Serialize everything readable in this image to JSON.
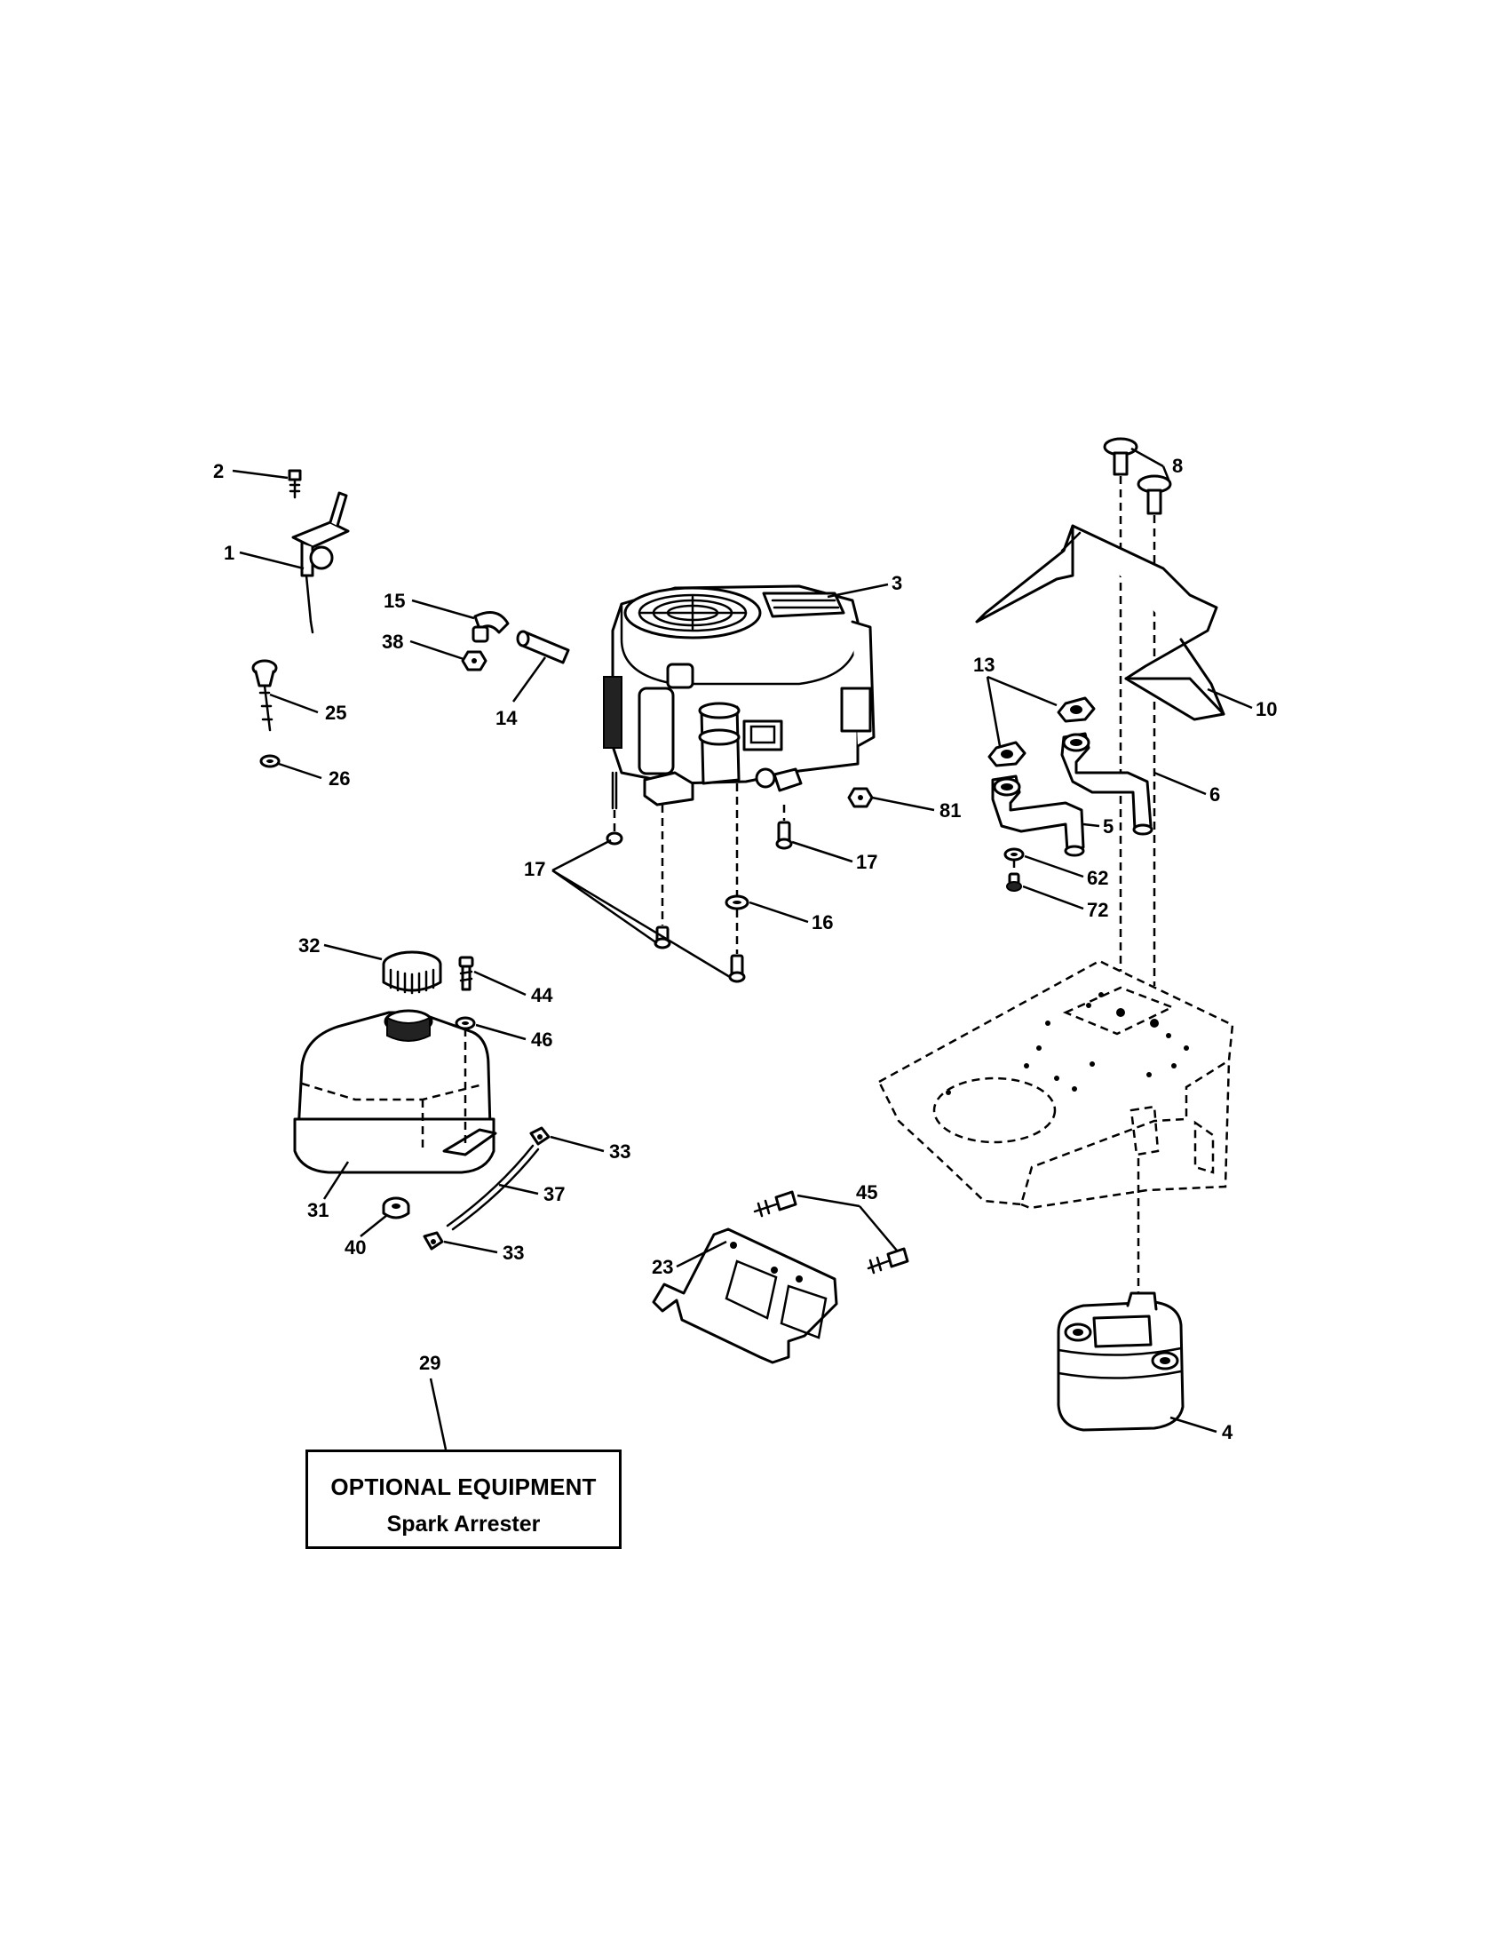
{
  "callouts": {
    "c1": "1",
    "c2": "2",
    "c3": "3",
    "c4": "4",
    "c5": "5",
    "c6": "6",
    "c8": "8",
    "c10": "10",
    "c13": "13",
    "c14": "14",
    "c15": "15",
    "c16": "16",
    "c17a": "17",
    "c17b": "17",
    "c23": "23",
    "c25": "25",
    "c26": "26",
    "c29": "29",
    "c31": "31",
    "c32": "32",
    "c33a": "33",
    "c33b": "33",
    "c37": "37",
    "c38": "38",
    "c40": "40",
    "c44": "44",
    "c45": "45",
    "c46": "46",
    "c62": "62",
    "c72": "72",
    "c81": "81"
  },
  "optional_equipment": {
    "title": "OPTIONAL EQUIPMENT",
    "item": "Spark Arrester"
  }
}
